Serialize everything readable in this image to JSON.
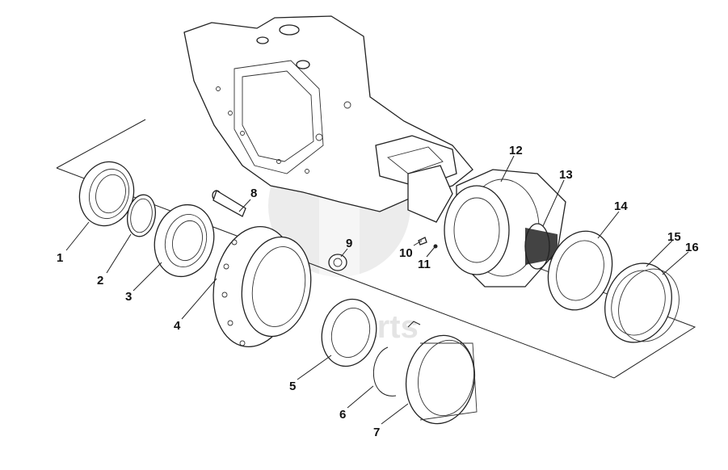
{
  "callouts": {
    "c1": "1",
    "c2": "2",
    "c3": "3",
    "c4": "4",
    "c5": "5",
    "c6": "6",
    "c7": "7",
    "c8": "8",
    "c9": "9",
    "c10": "10",
    "c11": "11",
    "c12": "12",
    "c13": "13",
    "c14": "14",
    "c15": "15",
    "c16": "16"
  },
  "watermark": {
    "text": "parts"
  }
}
